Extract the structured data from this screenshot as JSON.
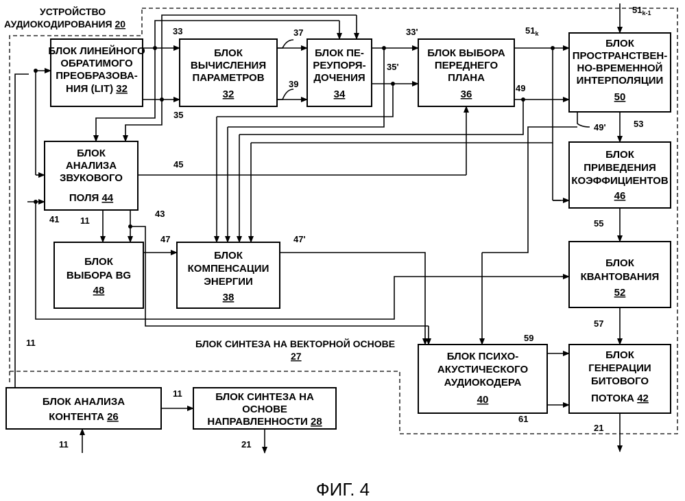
{
  "figure_caption": "ФИГ. 4",
  "regions": {
    "device": {
      "title_line1": "УСТРОЙСТВО",
      "title_line2": "АУДИОКОДИРОВАНИЯ",
      "ref": "20"
    },
    "vector": {
      "title": "БЛОК СИНТЕЗА НА ВЕКТОРНОЙ ОСНОВЕ",
      "ref": "27"
    }
  },
  "blocks": [
    {
      "id": "lit",
      "lines": [
        "БЛОК ЛИНЕЙНОГО",
        "ОБРАТИМОГО",
        "ПРЕОБРАЗОВА-",
        "НИЯ (LIT)"
      ],
      "ref": "32"
    },
    {
      "id": "param",
      "lines": [
        "БЛОК",
        "ВЫЧИСЛЕНИЯ",
        "ПАРАМЕТРОВ"
      ],
      "ref": "32"
    },
    {
      "id": "reorder",
      "lines": [
        "БЛОК ПЕ-",
        "РЕУПОРЯ-",
        "ДОЧЕНИЯ"
      ],
      "ref": "34"
    },
    {
      "id": "fg",
      "lines": [
        "БЛОК ВЫБОРА",
        "ПЕРЕДНЕГО",
        "ПЛАНА"
      ],
      "ref": "36"
    },
    {
      "id": "interp",
      "lines": [
        "БЛОК",
        "ПРОСТРАНСТВЕН-",
        "НО-ВРЕМЕННОЙ",
        "ИНТЕРПОЛЯЦИИ"
      ],
      "ref": "50"
    },
    {
      "id": "sfa",
      "lines": [
        "БЛОК",
        "АНАЛИЗА",
        "ЗВУКОВОГО",
        "ПОЛЯ"
      ],
      "ref": "44"
    },
    {
      "id": "coef",
      "lines": [
        "БЛОК",
        "ПРИВЕДЕНИЯ",
        "КОЭФФИЦИЕНТОВ"
      ],
      "ref": "46"
    },
    {
      "id": "bg",
      "lines": [
        "БЛОК",
        "ВЫБОРА BG"
      ],
      "ref": "48"
    },
    {
      "id": "energy",
      "lines": [
        "БЛОК",
        "КОМПЕНСАЦИИ",
        "ЭНЕРГИИ"
      ],
      "ref": "38"
    },
    {
      "id": "quant",
      "lines": [
        "БЛОК",
        "КВАНТОВАНИЯ"
      ],
      "ref": "52"
    },
    {
      "id": "psycho",
      "lines": [
        "БЛОК ПСИХО-",
        "АКУСТИЧЕСКОГО",
        "АУДИОКОДЕРА"
      ],
      "ref": "40"
    },
    {
      "id": "bitstream",
      "lines": [
        "БЛОК",
        "ГЕНЕРАЦИИ",
        "БИТОВОГО",
        "ПОТОКА"
      ],
      "ref": "42"
    },
    {
      "id": "content",
      "lines": [
        "БЛОК АНАЛИЗА",
        "КОНТЕНТА"
      ],
      "ref": "26"
    },
    {
      "id": "direction",
      "lines": [
        "БЛОК СИНТЕЗА НА",
        "ОСНОВЕ",
        "НАПРАВЛЕННОСТИ"
      ],
      "ref": "28"
    }
  ],
  "signal_labels": {
    "s33": "33",
    "s35": "35",
    "s37": "37",
    "s39": "39",
    "s33p": "33'",
    "s35p": "35'",
    "s51k": "51",
    "s51k_sub": "k",
    "s51k1": "51",
    "s51k1_sub": "k-1",
    "s49": "49",
    "s49p": "49'",
    "s53": "53",
    "s45": "45",
    "s43": "43",
    "s41": "41",
    "s11_sfa": "11",
    "s47": "47",
    "s47p": "47'",
    "s55": "55",
    "s57": "57",
    "s59": "59",
    "s61": "61",
    "s21_right": "21",
    "s11_content_top": "11",
    "s11_content_in": "11",
    "s11_dir": "11",
    "s21_dir": "21"
  }
}
